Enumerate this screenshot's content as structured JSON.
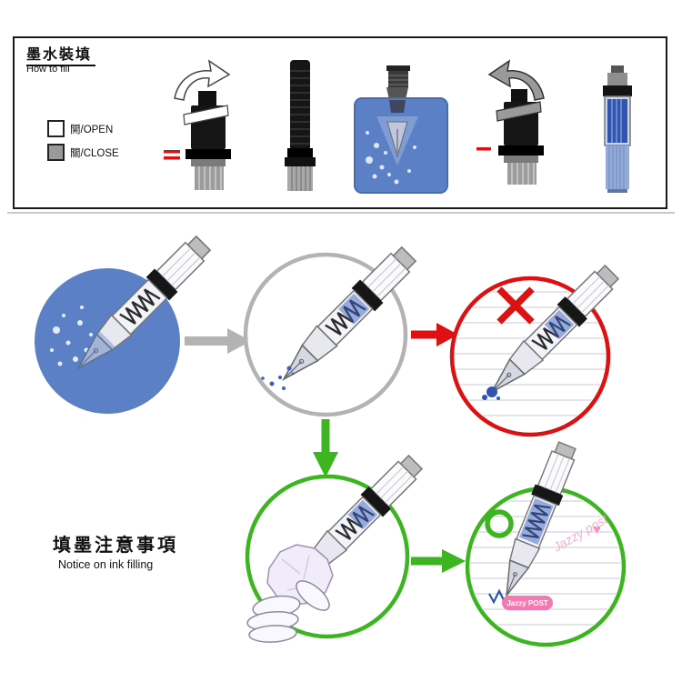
{
  "header": {
    "title": "墨水裝填",
    "subtitle": "How to fill",
    "legend_open": "開/OPEN",
    "legend_close": "關/CLOSE"
  },
  "notice": {
    "title": "填墨注意事項",
    "subtitle": "Notice on ink filling"
  },
  "watermark": {
    "script": "Jazzy post",
    "badge": "Jazzy POST"
  },
  "icons": {
    "wrong_mark": "red-cross",
    "right_mark": "green-circle",
    "open_twist_arrow": "curved-arrow-clockwise",
    "close_twist_arrow": "curved-arrow-counterclockwise",
    "heart": "♥"
  },
  "colors": {
    "ink_blue": "#5b80c6",
    "dark_ink": "#2f55b0",
    "wrong_red": "#dd1111",
    "correct_green": "#3db520",
    "step_gray": "#b3b3b3"
  }
}
